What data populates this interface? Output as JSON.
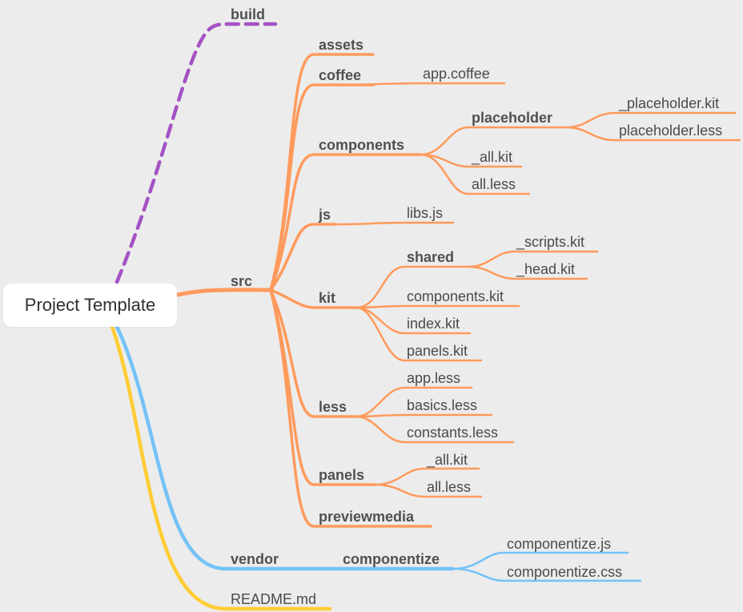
{
  "root": {
    "label": "Project Template"
  },
  "colors": {
    "background": "#ececec",
    "build": "#a452c4",
    "src": "#ff9a5c",
    "vendor": "#74c2f7",
    "readme": "#ffcc33"
  },
  "nodes": {
    "build": "build",
    "src": "src",
    "assets": "assets",
    "coffee": "coffee",
    "app_coffee": "app.coffee",
    "components": "components",
    "placeholder": "placeholder",
    "placeholder_kit": "_placeholder.kit",
    "placeholder_less": "placeholder.less",
    "components_all_kit": "_all.kit",
    "components_all_less": "all.less",
    "js": "js",
    "libs_js": "libs.js",
    "kit": "kit",
    "shared": "shared",
    "scripts_kit": "_scripts.kit",
    "head_kit": "_head.kit",
    "components_kit": "components.kit",
    "index_kit": "index.kit",
    "panels_kit": "panels.kit",
    "less": "less",
    "app_less": "app.less",
    "basics_less": "basics.less",
    "constants_less": "constants.less",
    "panels": "panels",
    "panels_all_kit": "_all.kit",
    "panels_all_less": "all.less",
    "previewmedia": "previewmedia",
    "vendor": "vendor",
    "componentize": "componentize",
    "componentize_js": "componentize.js",
    "componentize_css": "componentize.css",
    "readme": "README.md"
  }
}
